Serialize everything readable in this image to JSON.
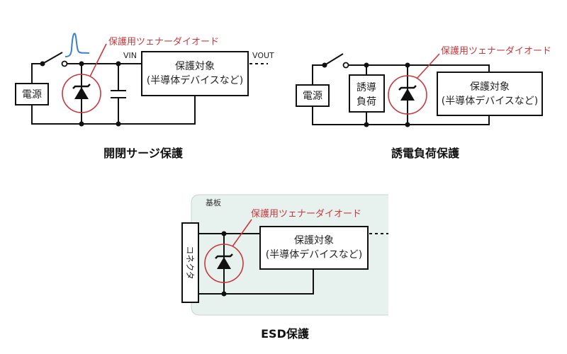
{
  "colors": {
    "zener_highlight": "#c8383c",
    "surge_pulse": "#3a7fd0",
    "board_fill": "#e7f1ee"
  },
  "panel_switching": {
    "title": "開閉サージ保護",
    "zener_label": "保護用ツェナーダイオード",
    "power_label": "電源",
    "target_line1": "保護対象",
    "target_line2": "(半導体デバイスなど)",
    "vin": "VIN",
    "vout": "VOUT"
  },
  "panel_inductive": {
    "title": "誘電負荷保護",
    "zener_label": "保護用ツェナーダイオード",
    "power_label": "電源",
    "load_line1": "誘導",
    "load_line2": "負荷",
    "target_line1": "保護対象",
    "target_line2": "(半導体デバイスなど)"
  },
  "panel_esd": {
    "title": "ESD保護",
    "board_label": "基板",
    "connector_label": "コネクタ",
    "zener_label": "保護用ツェナーダイオード",
    "target_line1": "保護対象",
    "target_line2": "(半導体デバイスなど)"
  }
}
